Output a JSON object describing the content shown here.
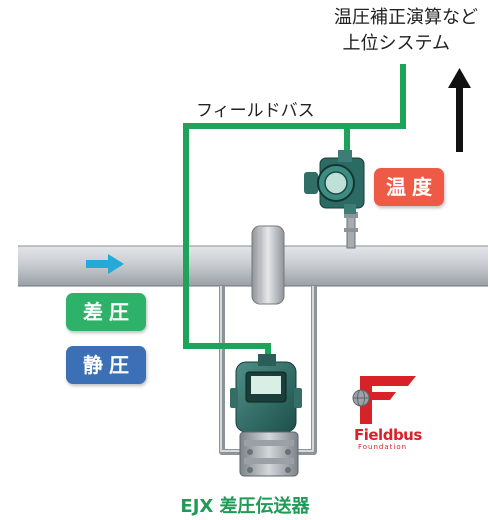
{
  "destination": {
    "line1": "温圧補正演算など",
    "line2": "上位システム"
  },
  "fieldbus_label": "フィールドバス",
  "badges": {
    "temperature": "温度",
    "differential_pressure": "差圧",
    "static_pressure": "静圧"
  },
  "logo": {
    "name": "Fieldbus",
    "sub": "Foundation"
  },
  "product_label": "EJX 差圧伝送器",
  "colors": {
    "fieldbus_line": "#1fa35a",
    "pipe": "#c7cbd0",
    "temperature_badge": "#ef5a47",
    "differential_pressure_badge": "#2eb26a",
    "static_pressure_badge": "#3b6fb6",
    "flow_arrow": "#25a9d6",
    "logo_red": "#d8222a"
  }
}
